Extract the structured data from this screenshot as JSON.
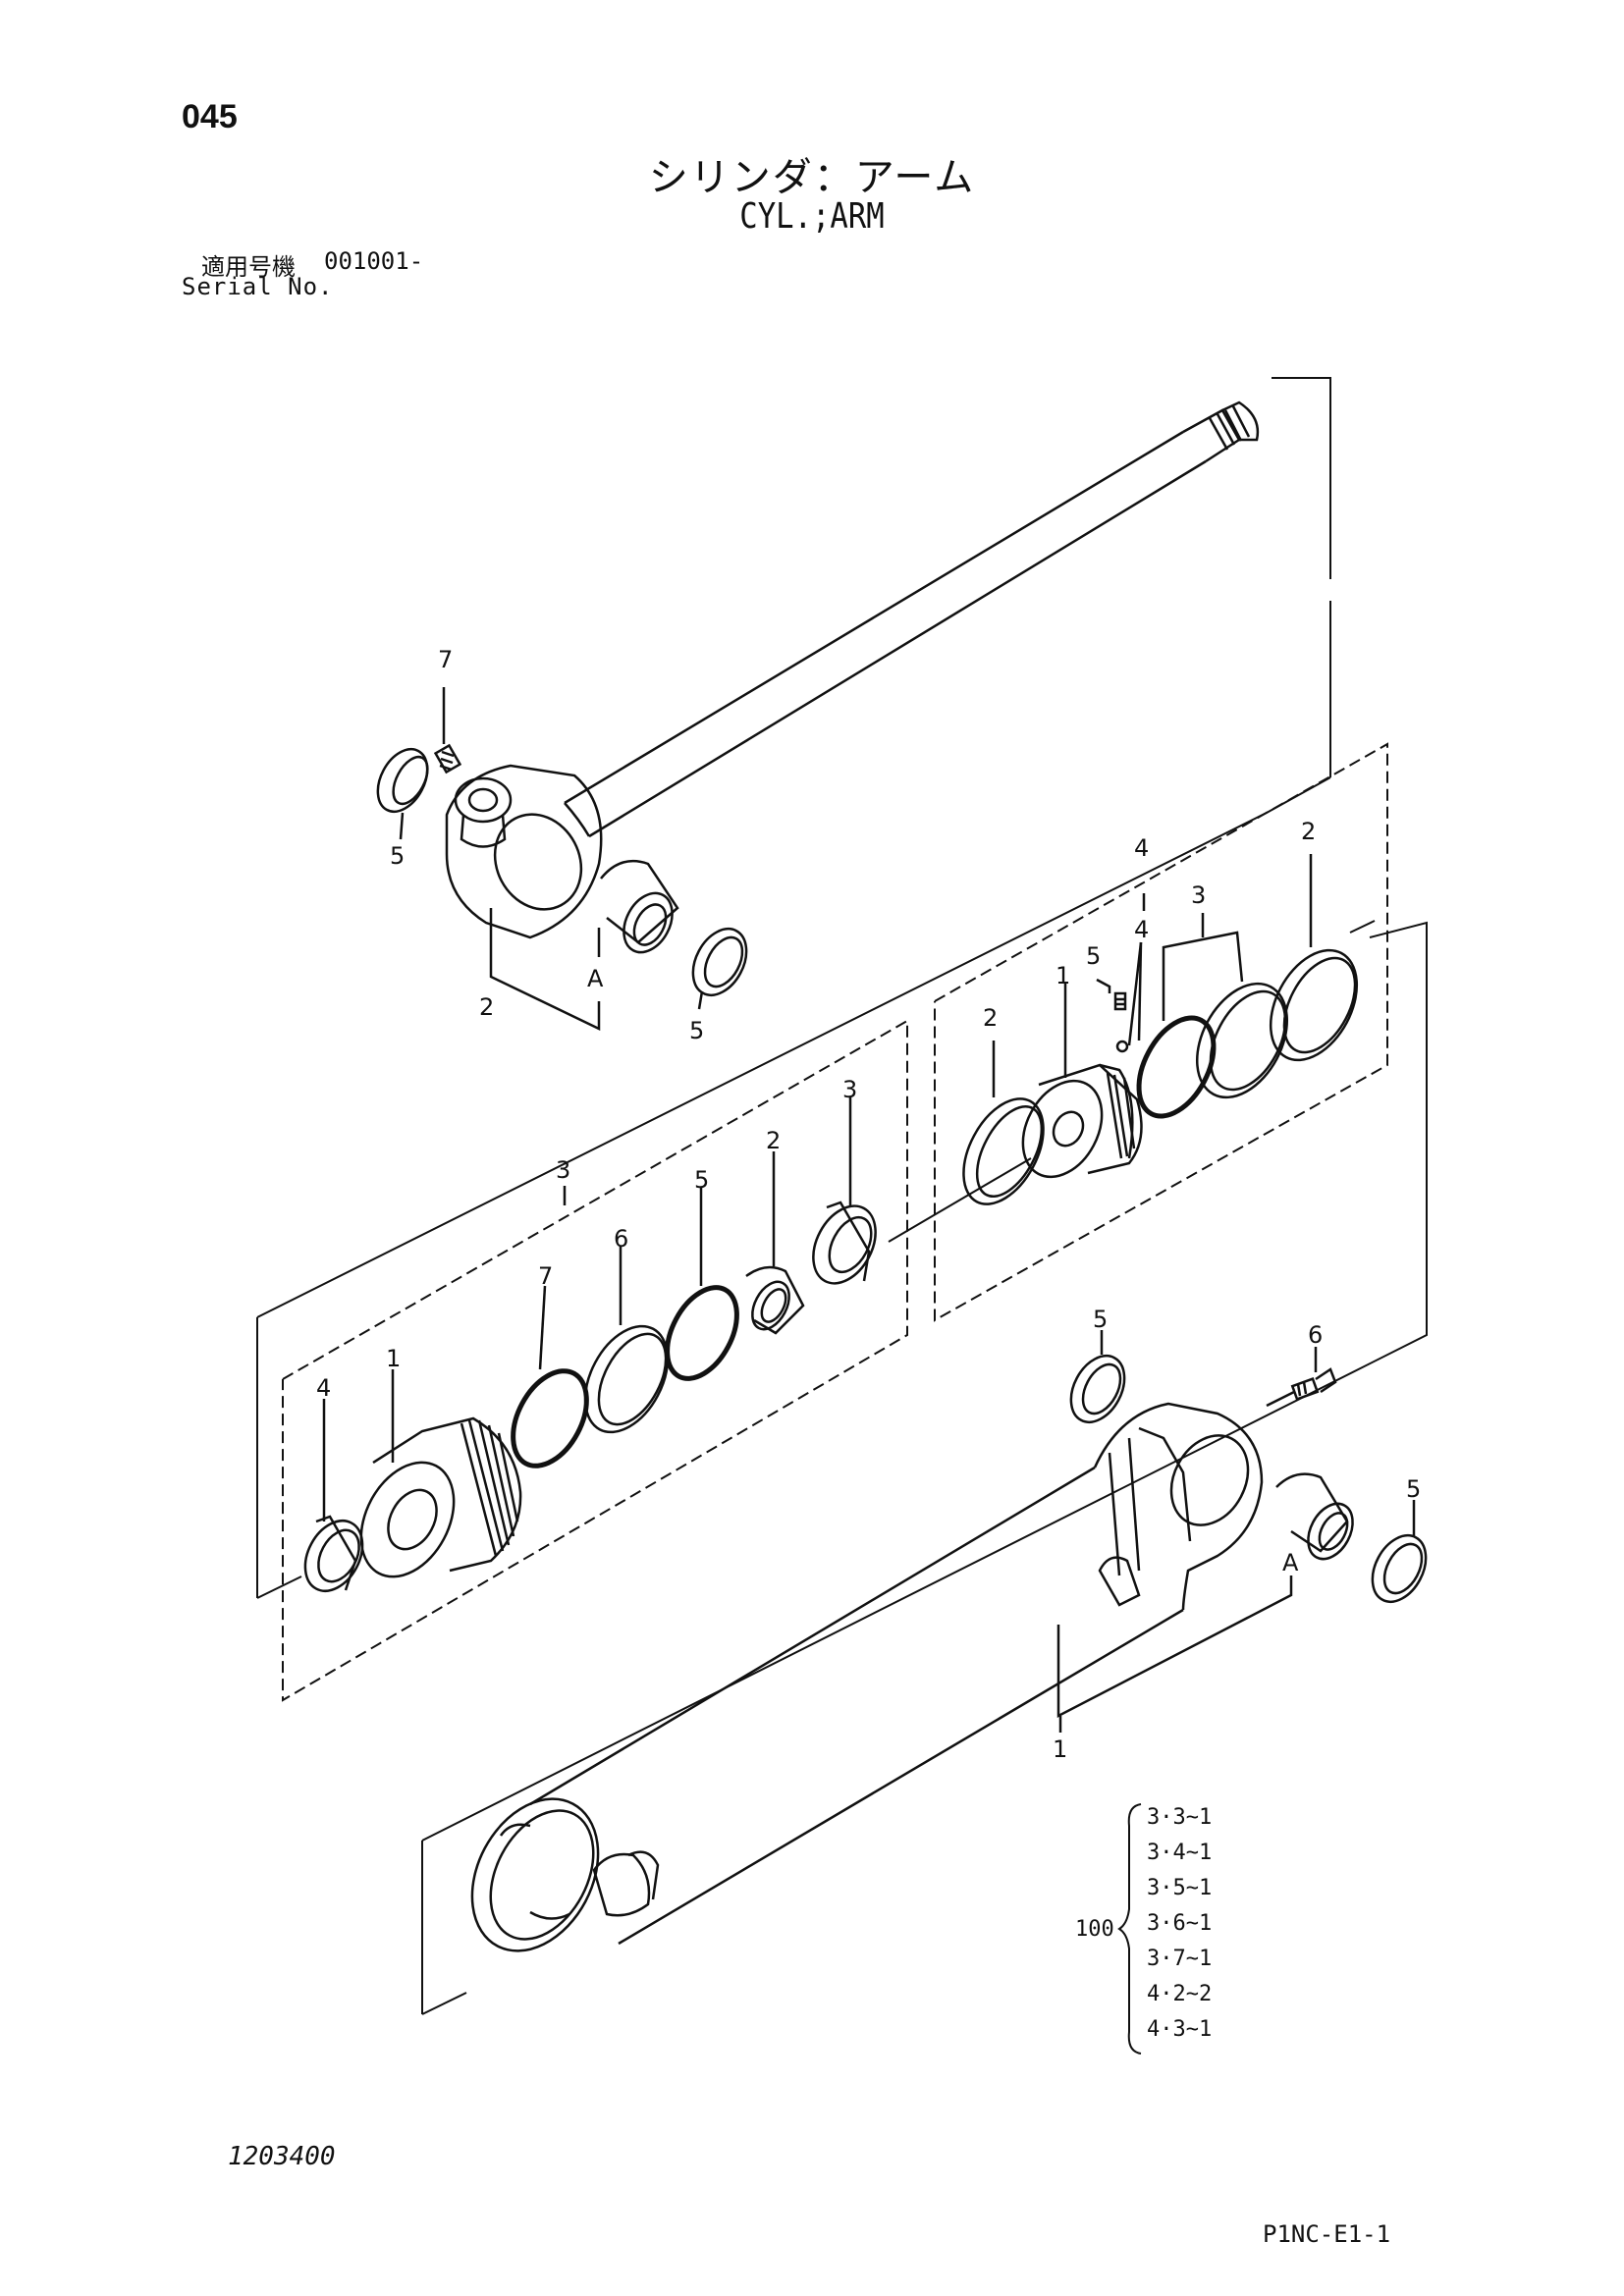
{
  "header": {
    "page_number": "045",
    "title_jp": "シリンダ：アーム",
    "title_en": "CYL.;ARM",
    "serial_label_jp": "適用号機",
    "serial_value": "001001-",
    "serial_label_en": "Serial No."
  },
  "callouts": {
    "rod_7": "7",
    "rod_5_left": "5",
    "rod_5_bottom": "5",
    "rod_2": "2",
    "rod_A": "A",
    "piston_group_4": "4",
    "piston_2_top": "2",
    "piston_3": "3",
    "piston_5": "5",
    "piston_4": "4",
    "piston_1": "1",
    "piston_2_left": "2",
    "head_group_3": "3",
    "head_3": "3",
    "head_2": "2",
    "head_5": "5",
    "head_6": "6",
    "head_7": "7",
    "head_1": "1",
    "head_4": "4",
    "tube_5_top": "5",
    "tube_6": "6",
    "tube_5_right": "5",
    "tube_A": "A",
    "tube_1": "1"
  },
  "kit": {
    "number": "100",
    "items": [
      "3·3~1",
      "3·4~1",
      "3·5~1",
      "3·6~1",
      "3·7~1",
      "4·2~2",
      "4·3~1"
    ]
  },
  "footer": {
    "drawing_id": "1203400",
    "code": "P1NC-E1-1"
  }
}
